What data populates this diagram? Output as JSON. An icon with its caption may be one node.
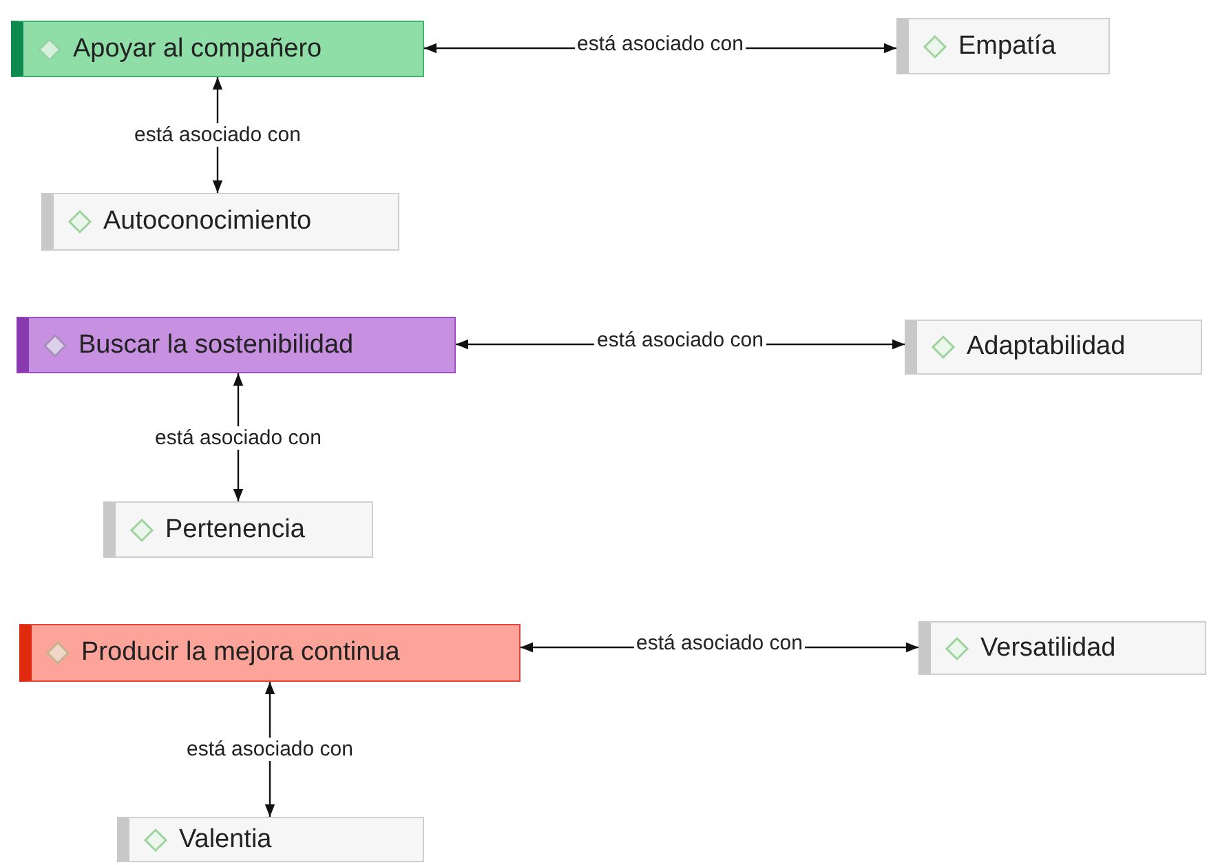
{
  "diagram": {
    "nodes": [
      {
        "text": [
          "Apoyar al compañero"
        ]
      },
      {
        "text": [
          "Empatía"
        ]
      },
      {
        "text": [
          "Autoconocimiento"
        ]
      },
      {
        "text": [
          "Buscar la sostenibilidad"
        ]
      },
      {
        "text": [
          "Adaptabilidad"
        ]
      },
      {
        "text": [
          "Pertenencia"
        ]
      },
      {
        "text": [
          "Producir la mejora continua"
        ]
      },
      {
        "text": [
          "Versatilidad"
        ]
      },
      {
        "text": [
          "Valentia"
        ]
      }
    ],
    "edges": [
      {
        "from": 0,
        "to": 1,
        "arrow": "both",
        "label": "está asociado con"
      },
      {
        "from": 0,
        "to": 2,
        "arrow": "both",
        "label": "está asociado con"
      },
      {
        "from": 3,
        "to": 4,
        "arrow": "both",
        "label": "está asociado con"
      },
      {
        "from": 3,
        "to": 5,
        "arrow": "both",
        "label": "está asociado con"
      },
      {
        "from": 6,
        "to": 7,
        "arrow": "both",
        "label": "está asociado con"
      },
      {
        "from": 6,
        "to": 8,
        "arrow": "both",
        "label": "está asociado con"
      }
    ]
  }
}
